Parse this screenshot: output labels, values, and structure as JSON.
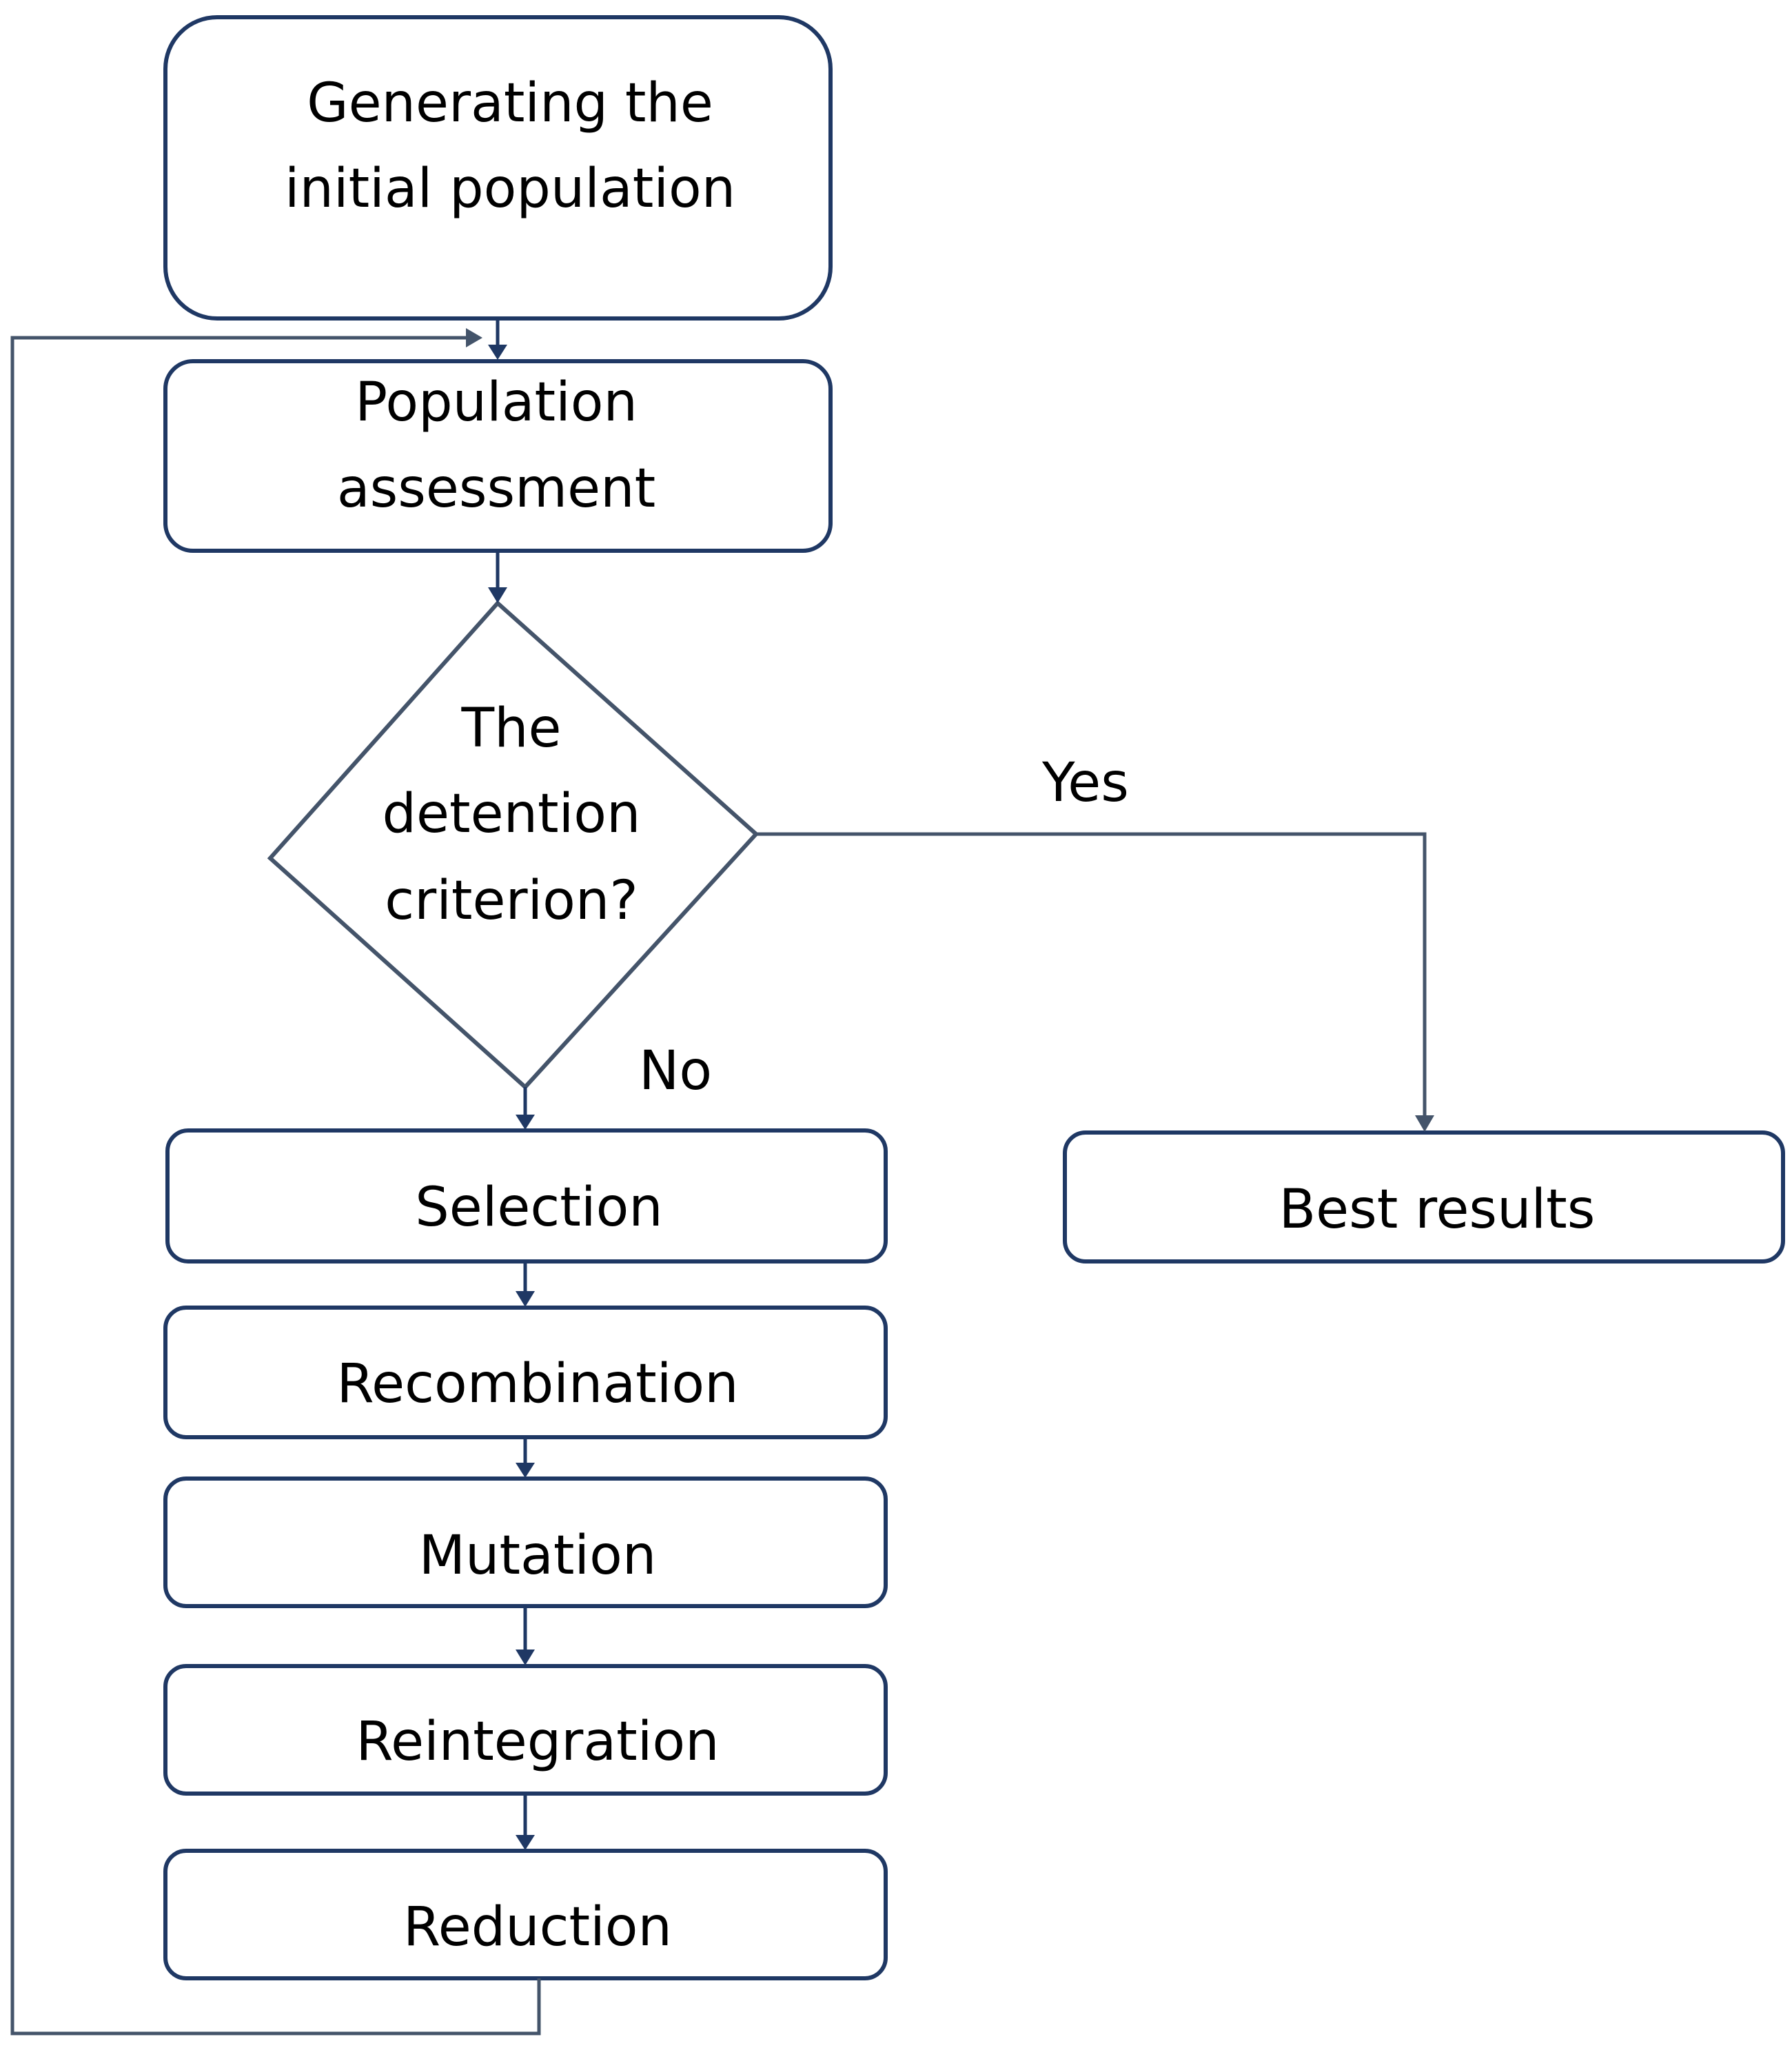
{
  "nodes": {
    "generate": {
      "lines": [
        "Generating the",
        "initial population"
      ]
    },
    "assess": {
      "lines": [
        "Population",
        "assessment"
      ]
    },
    "criterion": {
      "lines": [
        "The",
        "detention",
        "criterion?"
      ]
    },
    "selection": {
      "label": "Selection"
    },
    "recombination": {
      "label": "Recombination"
    },
    "mutation": {
      "label": "Mutation"
    },
    "reintegration": {
      "label": "Reintegration"
    },
    "reduction": {
      "label": "Reduction"
    },
    "best": {
      "label": "Best results"
    }
  },
  "edges": {
    "yes_label": "Yes",
    "no_label": "No"
  },
  "colors": {
    "box_stroke": "#1f3864",
    "connector": "#44546a",
    "text": "#000000",
    "background": "#ffffff"
  }
}
